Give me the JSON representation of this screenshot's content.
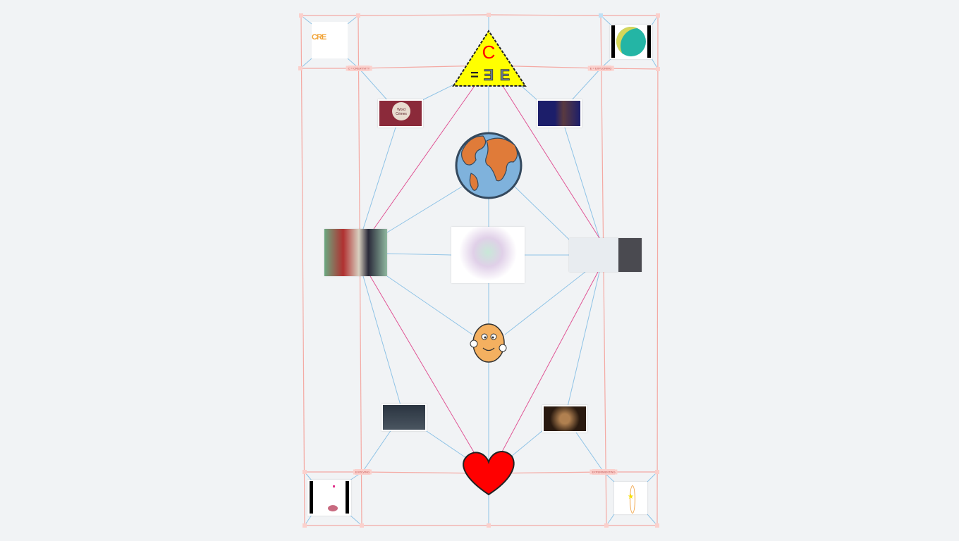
{
  "labels": {
    "creativity": "C = CREATIVITY",
    "exploring": "E = EXPLORING",
    "evolving": "EVOLVING",
    "experimenting": "EXPERIMENTING"
  },
  "triangle": {
    "top": "C",
    "bottom_eq": "=",
    "bottom_e1": "Ǝ",
    "bottom_e2": "E"
  },
  "corner_image_text": "CRE",
  "videos": [
    {
      "title": "Word Crimes"
    },
    {
      "title": ""
    },
    {
      "title": ""
    },
    {
      "title": ""
    }
  ],
  "colors": {
    "background": "#f1f3f5",
    "frame_line": "#f4a9a3",
    "connector": "#8fc3e6",
    "accent_line": "#e05595",
    "triangle": "#ffff00",
    "heart": "#ff0000"
  }
}
